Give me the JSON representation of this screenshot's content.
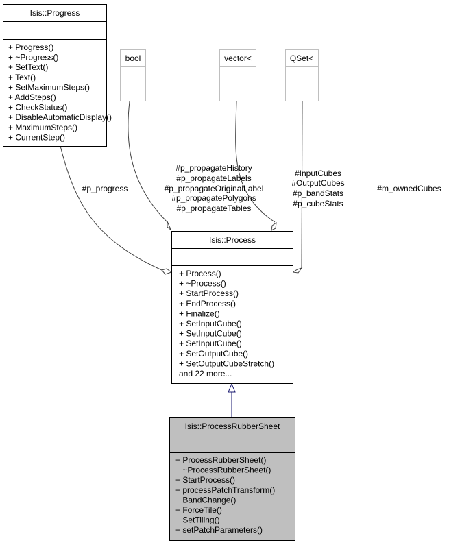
{
  "classes": {
    "progress": {
      "name": "Isis::Progress",
      "members": [
        "+ Progress()",
        "+ ~Progress()",
        "+ SetText()",
        "+ Text()",
        "+ SetMaximumSteps()",
        "+ AddSteps()",
        "+ CheckStatus()",
        "+ DisableAutomaticDisplay()",
        "+ MaximumSteps()",
        "+ CurrentStep()"
      ]
    },
    "bool": {
      "name": "bool"
    },
    "vector": {
      "name": "vector<"
    },
    "qset": {
      "name": "QSet<"
    },
    "process": {
      "name": "Isis::Process",
      "members": [
        "+ Process()",
        "+ ~Process()",
        "+ StartProcess()",
        "+ EndProcess()",
        "+ Finalize()",
        "+ SetInputCube()",
        "+ SetInputCube()",
        "+ SetInputCube()",
        "+ SetOutputCube()",
        "+ SetOutputCubeStretch()",
        "and 22 more..."
      ]
    },
    "rubbersheet": {
      "name": "Isis::ProcessRubberSheet",
      "members": [
        "+ ProcessRubberSheet()",
        "+ ~ProcessRubberSheet()",
        "+ StartProcess()",
        "+ processPatchTransform()",
        "+ BandChange()",
        "+ ForceTile()",
        "+ SetTiling()",
        "+ setPatchParameters()"
      ]
    }
  },
  "edges": {
    "progress": [
      "#p_progress"
    ],
    "bool": [
      "#p_propagateHistory",
      "#p_propagateLabels",
      "#p_propagateOriginalLabel",
      "#p_propagatePolygons",
      "#p_propagateTables"
    ],
    "vector": [
      "#InputCubes",
      "#OutputCubes",
      "#p_bandStats",
      "#p_cubeStats"
    ],
    "qset": [
      "#m_ownedCubes"
    ]
  },
  "colors": {
    "highlight_fill": "#bfbfbf",
    "template_border": "#bfbfbf",
    "inherit_edge": "#191970",
    "edge": "#404040"
  }
}
